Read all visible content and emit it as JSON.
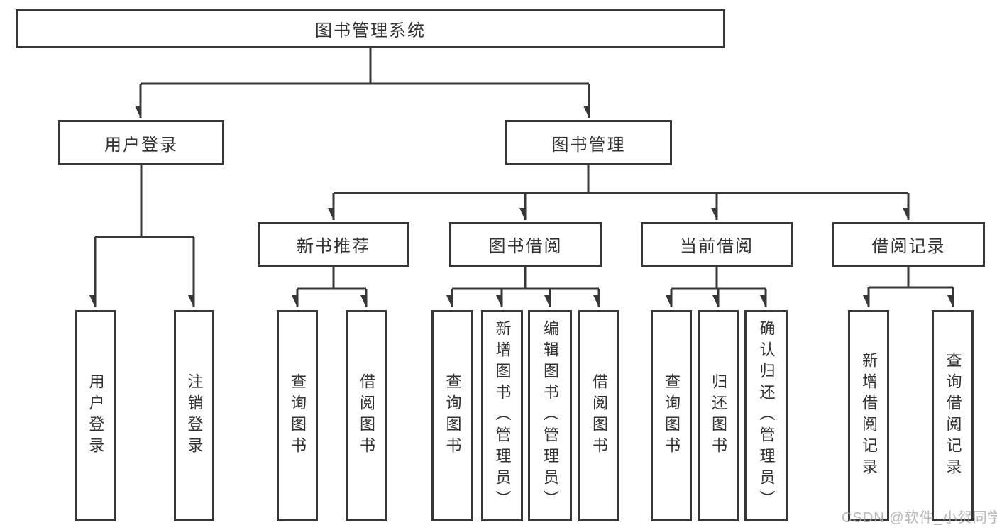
{
  "diagram": {
    "root": {
      "label": "图书管理系统"
    },
    "branches": [
      {
        "label": "用户登录",
        "children": [
          {
            "label": "用户登录"
          },
          {
            "label": "注销登录"
          }
        ]
      },
      {
        "label": "图书管理",
        "children": [
          {
            "label": "新书推荐",
            "children": [
              {
                "label": "查询图书"
              },
              {
                "label": "借阅图书"
              }
            ]
          },
          {
            "label": "图书借阅",
            "children": [
              {
                "label": "查询图书"
              },
              {
                "label": "新增图书（管理员）"
              },
              {
                "label": "编辑图书（管理员）"
              },
              {
                "label": "借阅图书"
              }
            ]
          },
          {
            "label": "当前借阅",
            "children": [
              {
                "label": "查询图书"
              },
              {
                "label": "归还图书"
              },
              {
                "label": "确认归还（管理员）"
              }
            ]
          },
          {
            "label": "借阅记录",
            "children": [
              {
                "label": "新增借阅记录"
              },
              {
                "label": "查询借阅记录"
              }
            ]
          }
        ]
      }
    ]
  },
  "watermark": {
    "text": "CSDN @软件_小贺同学"
  },
  "colors": {
    "line": "#373737",
    "border": "#373737",
    "text": "#333333",
    "background": "#ffffff",
    "watermark": "#aaaaaa"
  }
}
